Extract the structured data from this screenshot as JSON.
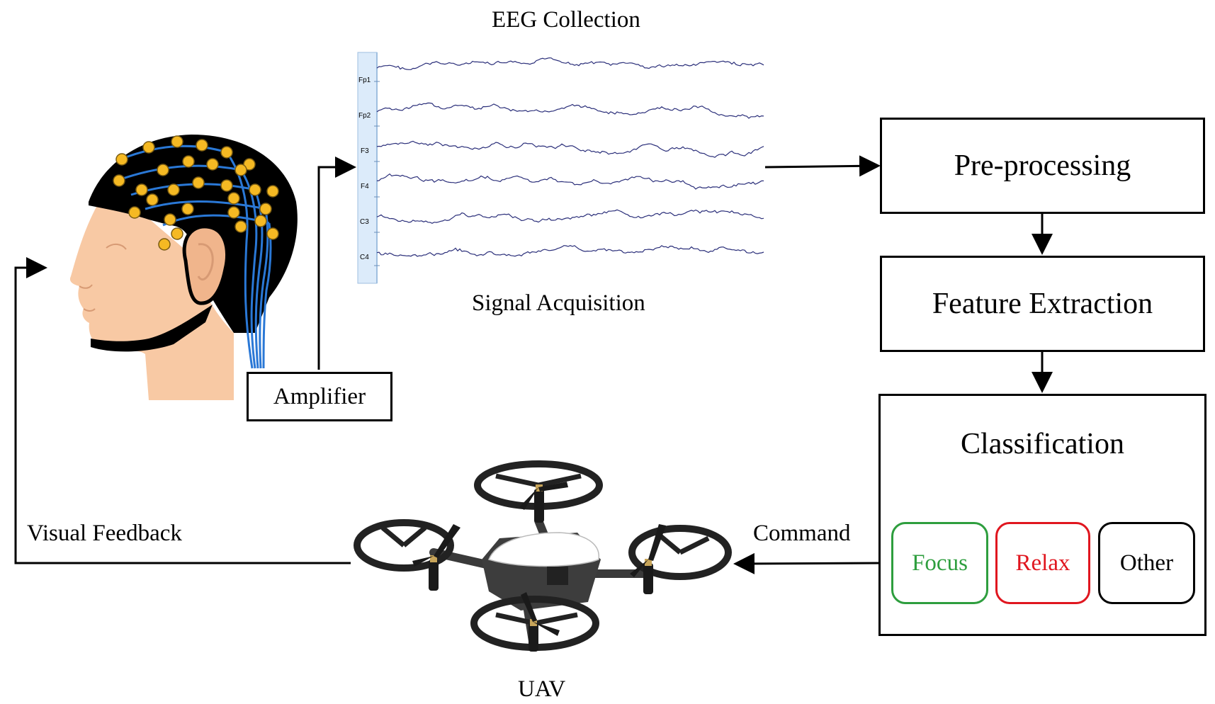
{
  "eeg_collection_title": "EEG Collection",
  "signal_acquisition_label": "Signal Acquisition",
  "amplifier_label": "Amplifier",
  "channels": [
    "Fp1",
    "Fp2",
    "F3",
    "F4",
    "C3",
    "C4"
  ],
  "pipeline": {
    "preprocessing": "Pre-processing",
    "feature_extraction": "Feature Extraction",
    "classification": "Classification"
  },
  "classes": [
    {
      "label": "Focus",
      "color": "#2e9e3e"
    },
    {
      "label": "Relax",
      "color": "#e0161f"
    },
    {
      "label": "Other",
      "color": "#000000"
    }
  ],
  "command_label": "Command",
  "visual_feedback_label": "Visual Feedback",
  "uav_label": "UAV",
  "colors": {
    "eeg_trace": "#2b2f7a",
    "electrode": "#f5b923",
    "electrode_wire": "#2a78d6",
    "skin": "#f8c9a4",
    "cap": "#000000"
  }
}
